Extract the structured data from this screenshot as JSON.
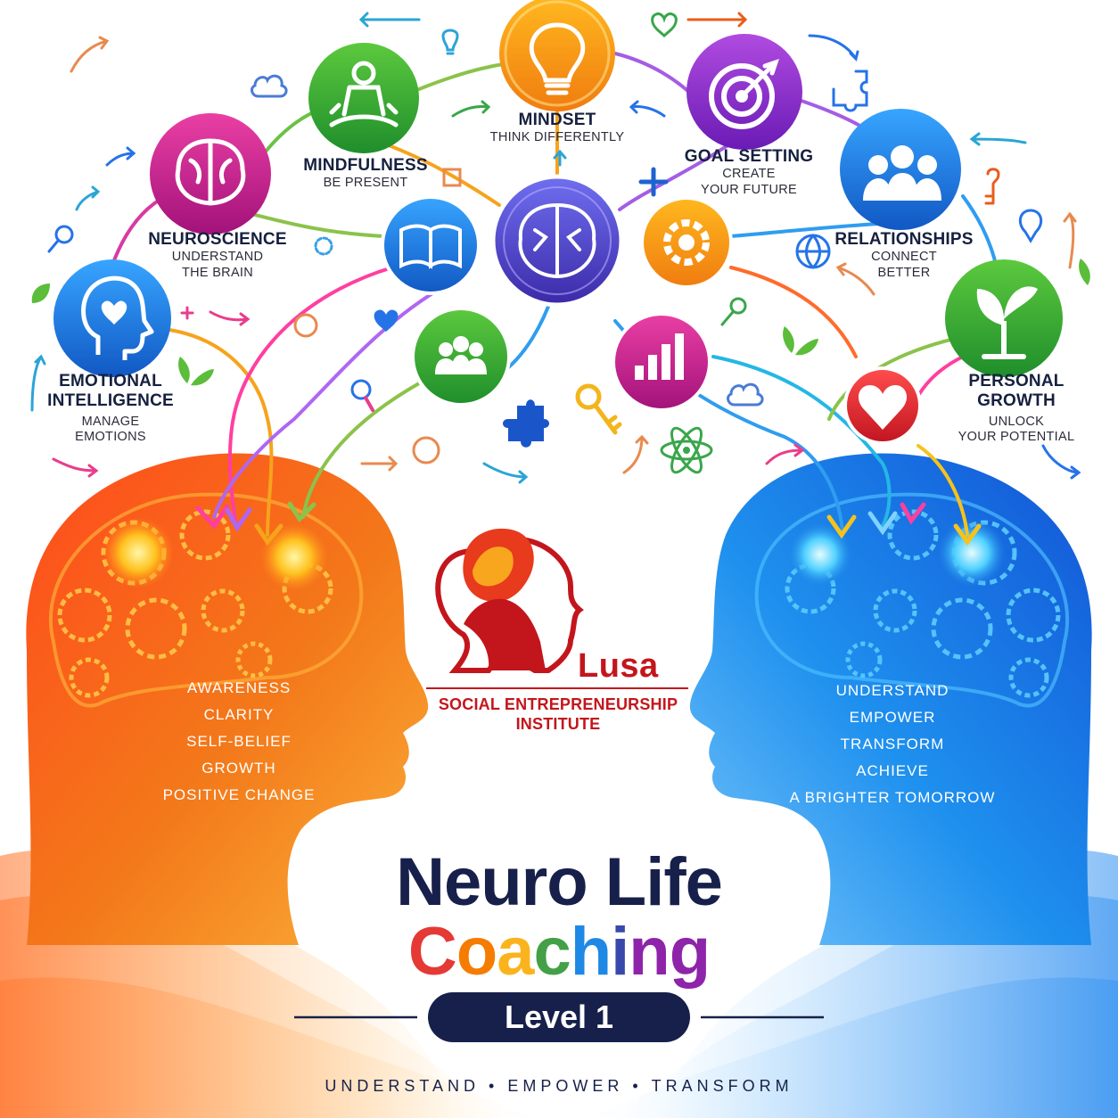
{
  "labels": {
    "mindset": {
      "title": "MINDSET",
      "sub1": "THINK DIFFERENTLY"
    },
    "mindfulness": {
      "title": "MINDFULNESS",
      "sub1": "BE PRESENT"
    },
    "goal_setting": {
      "title": "GOAL SETTING",
      "sub1": "CREATE",
      "sub2": "YOUR FUTURE"
    },
    "neuroscience": {
      "title": "NEUROSCIENCE",
      "sub1": "UNDERSTAND",
      "sub2": "THE BRAIN"
    },
    "relationships": {
      "title": "RELATIONSHIPS",
      "sub1": "CONNECT",
      "sub2": "BETTER"
    },
    "emotional_intelligence": {
      "title1": "EMOTIONAL",
      "title2": "INTELLIGENCE",
      "sub1": "MANAGE",
      "sub2": "EMOTIONS"
    },
    "personal_growth": {
      "title1": "PERSONAL",
      "title2": "GROWTH",
      "sub1": "UNLOCK",
      "sub2": "YOUR POTENTIAL"
    }
  },
  "left_head_words": [
    "AWARENESS",
    "CLARITY",
    "SELF-BELIEF",
    "GROWTH",
    "POSITIVE CHANGE"
  ],
  "right_head_words": [
    "UNDERSTAND",
    "EMPOWER",
    "TRANSFORM",
    "ACHIEVE",
    "A BRIGHTER TOMORROW"
  ],
  "logo": {
    "brand": "Lusa",
    "line1": "SOCIAL ENTREPRENEURSHIP",
    "line2": "INSTITUTE"
  },
  "title": {
    "line1": "Neuro Life",
    "line2_letters": [
      "C",
      "o",
      "a",
      "c",
      "h",
      "i",
      "n",
      "g"
    ]
  },
  "level": "Level 1",
  "tagline": {
    "w1": "UNDERSTAND",
    "sep": "•",
    "w2": "EMPOWER",
    "w3": "TRANSFORM"
  },
  "colors": {
    "navy": "#17204a",
    "red_brand": "#c3161c",
    "orange_head": "#f06a10",
    "blue_head": "#1e88e5",
    "coaching": [
      "#e53935",
      "#f57c00",
      "#fbc02d",
      "#43a047",
      "#1e88e5",
      "#3949ab",
      "#8e24aa",
      "#8e24aa"
    ]
  },
  "icons": [
    "brain-icon",
    "meditation-icon",
    "lightbulb-icon",
    "target-icon",
    "people-icon",
    "head-heart-icon",
    "plant-icon",
    "book-icon",
    "gear-icon",
    "group-icon",
    "bar-chart-icon",
    "heart-icon",
    "puzzle-icon",
    "key-icon",
    "atom-icon",
    "globe-icon",
    "magnifier-icon",
    "cloud-icon",
    "sprout-icon"
  ]
}
